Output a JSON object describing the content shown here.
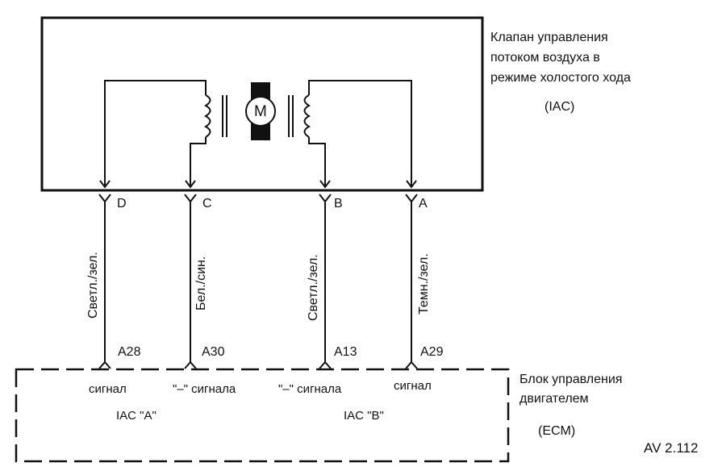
{
  "iac": {
    "title_lines": [
      "Клапан управления",
      "потоком воздуха в",
      "режиме холостого хода"
    ],
    "abbr": "(IAC)",
    "motor_label": "M"
  },
  "connector_pins": [
    "D",
    "C",
    "B",
    "A"
  ],
  "wire_colors": [
    "Светл./зел.",
    "Бел./син.",
    "Светл./зел.",
    "Темн./зел."
  ],
  "ecm_pins": [
    "A28",
    "A30",
    "A13",
    "A29"
  ],
  "signal_labels": [
    "сигнал",
    "\"–\" сигнала",
    "\"–\" сигнала",
    "сигнал"
  ],
  "channels": [
    "IAC \"A\"",
    "IAC \"B\""
  ],
  "ecm": {
    "title_lines": [
      "Блок управления",
      "двигателем"
    ],
    "abbr": "(ECM)"
  },
  "figure_ref": "AV 2.112"
}
